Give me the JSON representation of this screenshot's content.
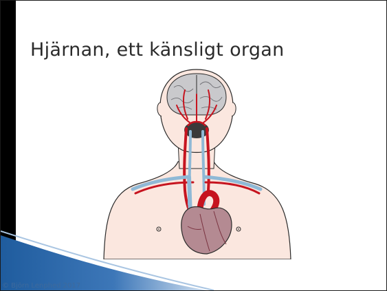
{
  "slide": {
    "title": "Hjärnan, ett känsligt organ",
    "credit": "© Björn Lenphed 2017"
  },
  "colors": {
    "skin": "#fbe7df",
    "outline": "#2a2a2a",
    "artery": "#c6141f",
    "vein": "#8fb9d6",
    "brain": "#c9c9cc",
    "accent_blue": "#1f5c9e"
  },
  "icons": {
    "illustration": "human-circulation-brain-heart"
  }
}
